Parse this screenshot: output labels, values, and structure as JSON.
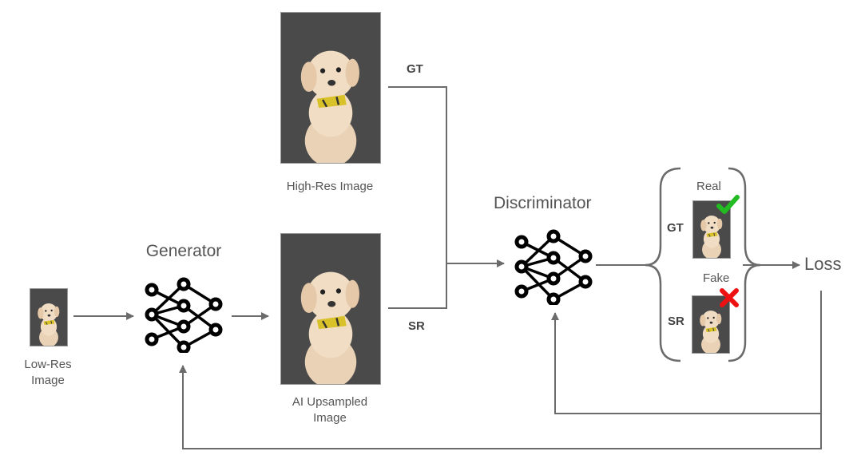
{
  "colors": {
    "line": "#6b6b6b",
    "node": "#000000",
    "photo_bg": "#4a4a4a",
    "dog": "#f1dcc4",
    "collar": "#d9c12a",
    "check": "#22bb22",
    "cross": "#ee1111"
  },
  "low_res": {
    "label_line1": "Low-Res",
    "label_line2": "Image"
  },
  "generator": {
    "title": "Generator"
  },
  "high_res": {
    "label": "High-Res Image"
  },
  "upsampled": {
    "label_line1": "AI Upsampled",
    "label_line2": "Image"
  },
  "paths": {
    "gt_label": "GT",
    "sr_label": "SR"
  },
  "discriminator": {
    "title": "Discriminator"
  },
  "outputs": {
    "real_label": "Real",
    "fake_label": "Fake",
    "gt_label": "GT",
    "sr_label": "SR"
  },
  "loss": {
    "label": "Loss"
  }
}
